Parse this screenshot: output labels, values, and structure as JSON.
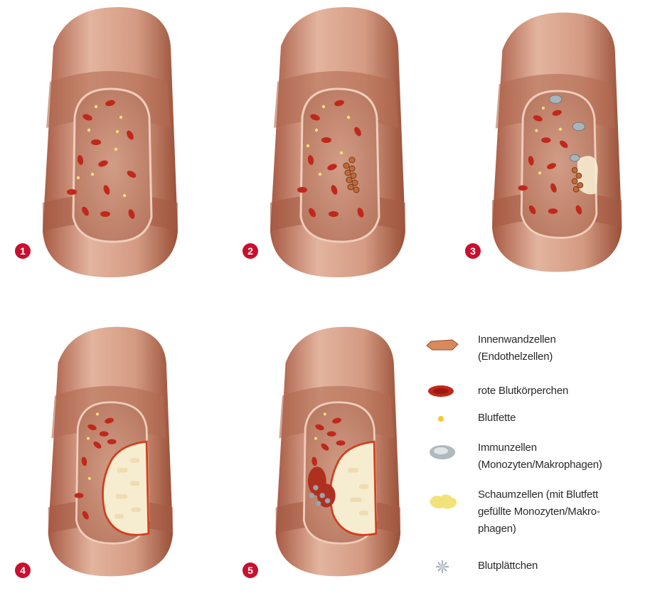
{
  "stages": [
    {
      "number": "1"
    },
    {
      "number": "2"
    },
    {
      "number": "3"
    },
    {
      "number": "4"
    },
    {
      "number": "5"
    }
  ],
  "legend": [
    {
      "icon": "endothelial-cell-icon",
      "text": "Innenwandzellen\n(Endothelzellen)"
    },
    {
      "icon": "red-blood-cell-icon",
      "text": "rote Blutkörperchen"
    },
    {
      "icon": "blood-fat-icon",
      "text": "Blutfette"
    },
    {
      "icon": "immune-cell-icon",
      "text": "Immunzellen\n(Monozyten/Makrophagen)"
    },
    {
      "icon": "foam-cell-icon",
      "text": "Schaumzellen (mit Blutfett\ngefüllte Monozyten/Makro-\nphagen)"
    },
    {
      "icon": "platelet-icon",
      "text": "Blutplättchen"
    }
  ],
  "colors": {
    "vessel_outer": "#d9a08a",
    "vessel_dark": "#a8604a",
    "lumen": "#c98e78",
    "red_cell": "#c0281c",
    "fat": "#f3e07a",
    "foam": "#f6ecd0",
    "badge": "#c8102e"
  }
}
